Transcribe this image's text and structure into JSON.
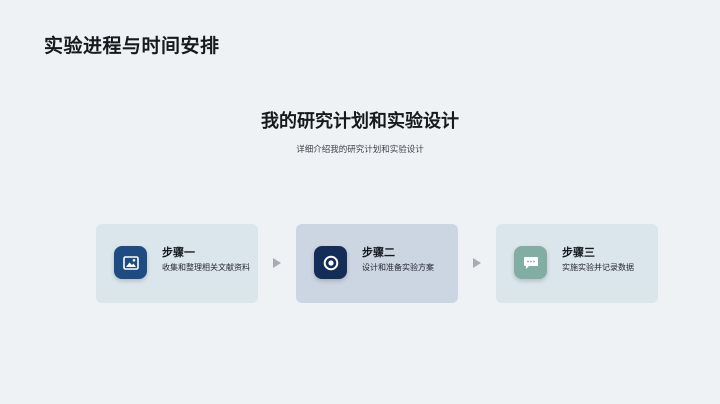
{
  "slide": {
    "title": "实验进程与时间安排"
  },
  "section": {
    "title": "我的研究计划和实验设计",
    "subtitle": "详细介绍我的研究计划和实验设计"
  },
  "steps": [
    {
      "title": "步骤一",
      "description": "收集和整理相关文献资料",
      "icon": "image-icon",
      "color": "#1e4c82"
    },
    {
      "title": "步骤二",
      "description": "设计和准备实验方案",
      "icon": "target-icon",
      "color": "#132d58"
    },
    {
      "title": "步骤三",
      "description": "实施实验并记录数据",
      "icon": "chat-icon",
      "color": "#82ada3"
    }
  ],
  "colors": {
    "background": "#eef2f5",
    "card": "#dbe5ec",
    "card_highlight": "#ccd5e2"
  }
}
